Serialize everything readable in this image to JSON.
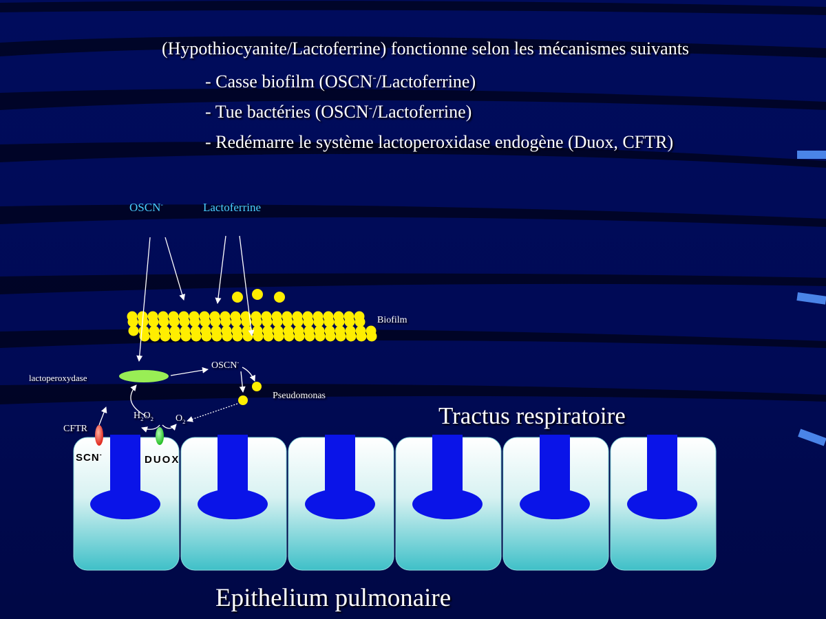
{
  "header": {
    "title": "(Hypothiocyanite/Lactoferrine) fonctionne selon les mécanismes suivants",
    "bullets": [
      {
        "pre": "- Casse biofilm (OSCN",
        "sup": "-",
        "post": "/Lactoferrine)"
      },
      {
        "pre": "- Tue bactéries (OSCN",
        "sup": "-",
        "post": "/Lactoferrine)"
      },
      {
        "pre": "- Redémarre le système lactoperoxidase endogène (Duox, CFTR)",
        "sup": "",
        "post": ""
      }
    ]
  },
  "diagram": {
    "oscn_top": {
      "base": "OSCN",
      "sup": "-"
    },
    "lactoferrine_top": "Lactoferrine",
    "biofilm": "Biofilm",
    "lactoperoxydase": "lactoperoxydase",
    "oscn_mid": {
      "base": "OSCN",
      "sup": "-"
    },
    "pseudomonas": "Pseudomonas",
    "h2o2": {
      "h": "H",
      "two_a": "2",
      "o": "O",
      "two_b": "2"
    },
    "o2": {
      "o": "O",
      "two": "2"
    },
    "cftr": "CFTR",
    "scn": {
      "base": "SCN",
      "sup": "-"
    },
    "duox": "DUOX",
    "tractus": "Tractus respiratoire",
    "epithelium": "Epithelium pulmonaire"
  },
  "colors": {
    "background": "#000a55",
    "biofilm_yellow": "#ffee00",
    "enzyme_green": "#99ee55",
    "duox_green": "#22cc22",
    "cftr_red": "#ee2211",
    "nucleus_blue": "#0a14e8",
    "cell_top": "#ffffff",
    "cell_bottom": "#40c0c8",
    "label_cyan": "#4ad0ff"
  }
}
